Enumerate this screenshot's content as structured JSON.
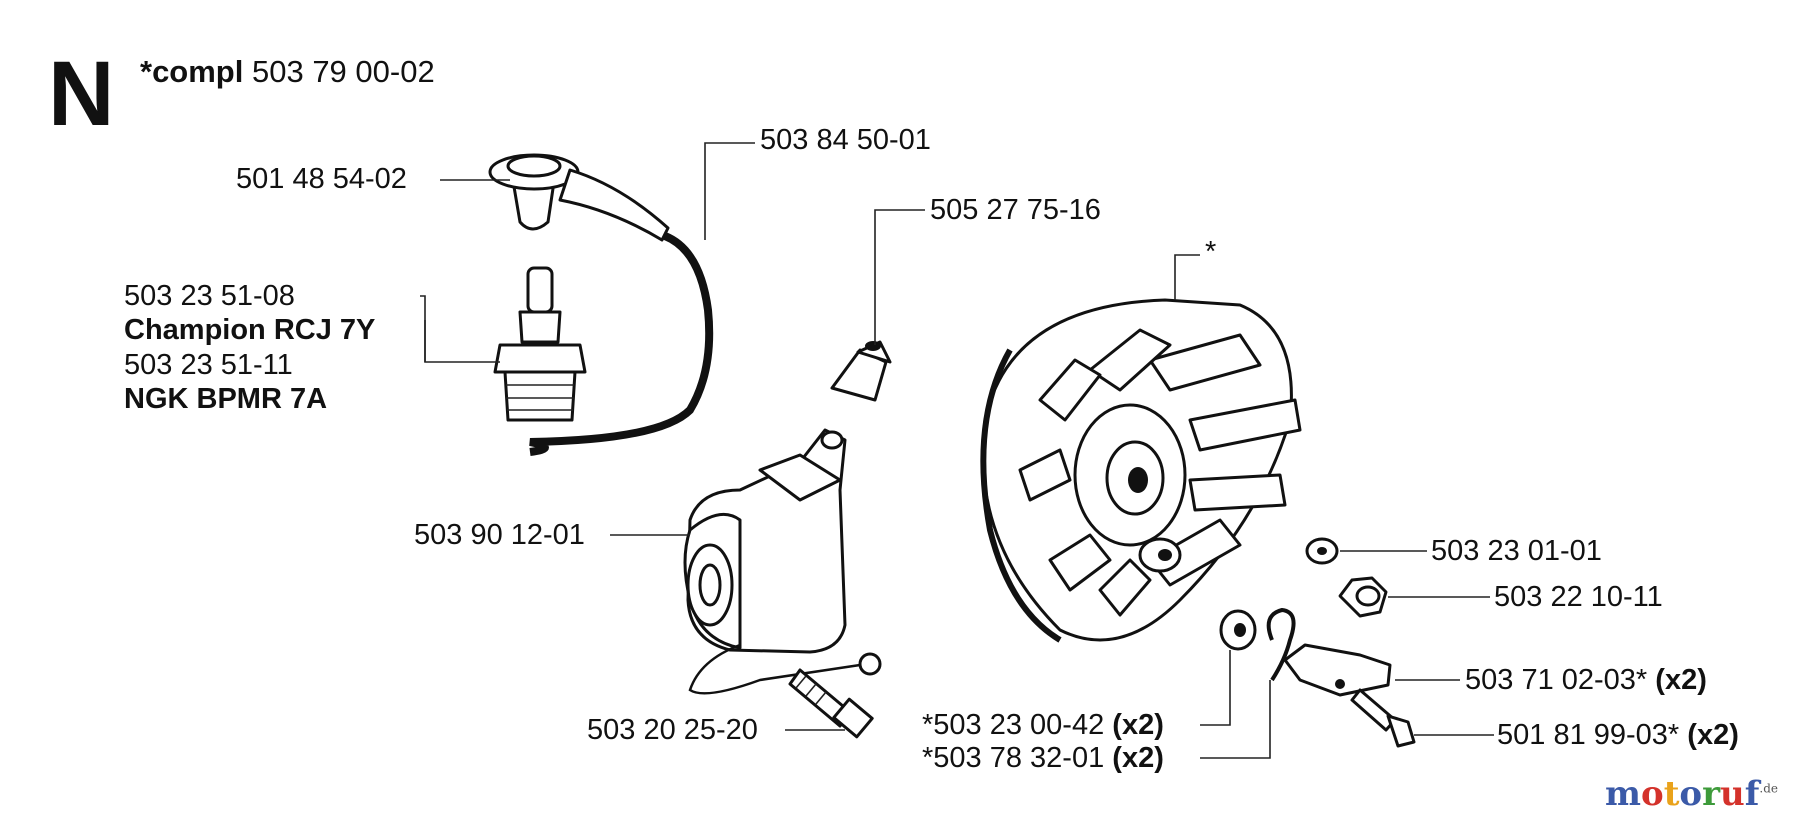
{
  "header": {
    "section_letter": "N",
    "compl_prefix": "*compl",
    "compl_number": "503 79 00-02"
  },
  "labels": {
    "boot": "501 48 54-02",
    "lead": "503 84 50-01",
    "plug_1": "503 23 51-08",
    "plug_1_brand": "Champion RCJ 7Y",
    "plug_2": "503 23 51-11",
    "plug_2_brand": "NGK BPMR 7A",
    "terminal": "505 27 75-16",
    "flywheel": "*",
    "module": "503 90 12-01",
    "module_screw": "503 20 25-20",
    "washer": "503 23 01-01",
    "nut": "503 22 10-11",
    "pawl": "503 71 02-03*",
    "pawl_qty": "(x2)",
    "pawl_screw": "501 81 99-03*",
    "pawl_screw_qty": "(x2)",
    "pawl_washer": "*503 23 00-42",
    "pawl_washer_qty": "(x2)",
    "pawl_spring": "*503 78 32-01",
    "pawl_spring_qty": "(x2)"
  },
  "watermark": {
    "text": "motoruf",
    "suffix": ".de",
    "colors": [
      "#3b5aa8",
      "#d4322b",
      "#e9a21b",
      "#3b5aa8",
      "#3d9a3a",
      "#d4322b",
      "#3b5aa8"
    ]
  }
}
